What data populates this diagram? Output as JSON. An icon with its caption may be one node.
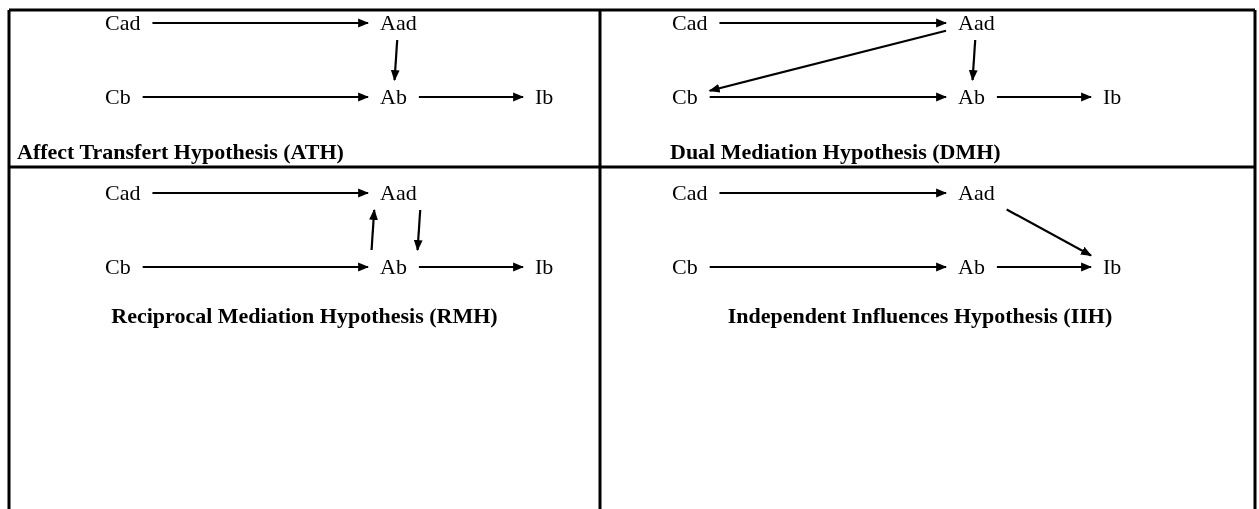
{
  "diagram": {
    "nodes": [
      {
        "text": [
          "Affect Transfert Hypothesis (ATH)"
        ]
      },
      {
        "text": [
          "Cad"
        ],
        "in": 0
      },
      {
        "text": [
          "Aad"
        ],
        "in": 0
      },
      {
        "text": [
          "Cb"
        ],
        "in": 0
      },
      {
        "text": [
          "Ab"
        ],
        "in": 0
      },
      {
        "text": [
          "Ib"
        ],
        "in": 0
      },
      {
        "text": [
          "Dual Mediation Hypothesis (DMH)"
        ]
      },
      {
        "text": [
          "Cad"
        ],
        "in": 6
      },
      {
        "text": [
          "Aad"
        ],
        "in": 6
      },
      {
        "text": [
          "Cb"
        ],
        "in": 6
      },
      {
        "text": [
          "Ab"
        ],
        "in": 6
      },
      {
        "text": [
          "Ib"
        ],
        "in": 6
      },
      {
        "text": [
          "Reciprocal Mediation Hypothesis (RMH)"
        ]
      },
      {
        "text": [
          "Cad"
        ],
        "in": 12
      },
      {
        "text": [
          "Aad"
        ],
        "in": 12
      },
      {
        "text": [
          "Cb"
        ],
        "in": 12
      },
      {
        "text": [
          "Ab"
        ],
        "in": 12
      },
      {
        "text": [
          "Ib"
        ],
        "in": 12
      },
      {
        "text": [
          "Independent Influences Hypothesis (IIH)"
        ]
      },
      {
        "text": [
          "Cad"
        ],
        "in": 18
      },
      {
        "text": [
          "Aad"
        ],
        "in": 18
      },
      {
        "text": [
          "Cb"
        ],
        "in": 18
      },
      {
        "text": [
          "Ab"
        ],
        "in": 18
      },
      {
        "text": [
          "Ib"
        ],
        "in": 18
      }
    ],
    "edges": [
      {
        "from": 1,
        "to": 2,
        "arrow": "to"
      },
      {
        "from": 2,
        "to": 4,
        "arrow": "to"
      },
      {
        "from": 3,
        "to": 4,
        "arrow": "to"
      },
      {
        "from": 4,
        "to": 5,
        "arrow": "to"
      },
      {
        "from": 7,
        "to": 8,
        "arrow": "to"
      },
      {
        "from": 8,
        "to": 9,
        "arrow": "to"
      },
      {
        "from": 8,
        "to": 10,
        "arrow": "to"
      },
      {
        "from": 9,
        "to": 10,
        "arrow": "to"
      },
      {
        "from": 10,
        "to": 11,
        "arrow": "to"
      },
      {
        "from": 13,
        "to": 14,
        "arrow": "to"
      },
      {
        "from": 16,
        "to": 14,
        "arrow": "to"
      },
      {
        "from": 14,
        "to": 16,
        "arrow": "to"
      },
      {
        "from": 15,
        "to": 16,
        "arrow": "to"
      },
      {
        "from": 16,
        "to": 17,
        "arrow": "to"
      },
      {
        "from": 19,
        "to": 20,
        "arrow": "to"
      },
      {
        "from": 20,
        "to": 23,
        "arrow": "to"
      },
      {
        "from": 21,
        "to": 22,
        "arrow": "to"
      },
      {
        "from": 22,
        "to": 23,
        "arrow": "to"
      }
    ]
  }
}
